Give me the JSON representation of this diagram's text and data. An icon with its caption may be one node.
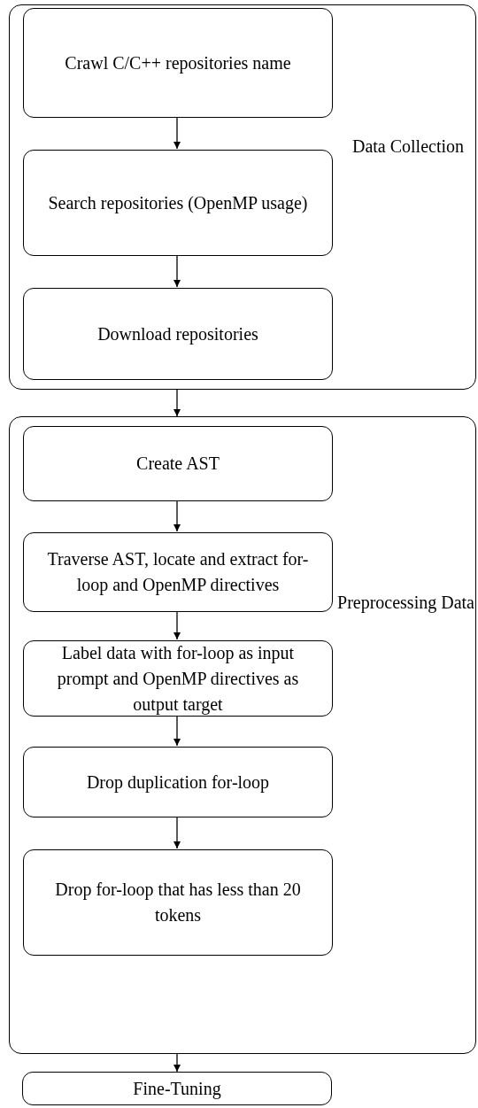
{
  "diagram": {
    "nodes": [
      {
        "text": [
          "Data Collection"
        ]
      },
      {
        "text": [
          "Crawl C/C++ repositories name"
        ],
        "in": 0
      },
      {
        "text": [
          "Search repositories (OpenMP usage)"
        ],
        "in": 0
      },
      {
        "text": [
          "Download repositories"
        ],
        "in": 0
      },
      {
        "text": [
          "Preprocessing Data"
        ]
      },
      {
        "text": [
          "Create AST"
        ],
        "in": 4
      },
      {
        "text": [
          "Traverse AST, locate and extract for-loop and OpenMP directives"
        ],
        "in": 4
      },
      {
        "text": [
          "Label data with for-loop as input prompt and OpenMP directives as output target"
        ],
        "in": 4
      },
      {
        "text": [
          "Drop duplication for-loop"
        ],
        "in": 4
      },
      {
        "text": [
          "Drop for-loop that has less than 20 tokens"
        ],
        "in": 4
      },
      {
        "text": [
          "Fine-Tuning"
        ]
      }
    ],
    "edges": [
      {
        "from": 1,
        "to": 2,
        "arrow": "to"
      },
      {
        "from": 2,
        "to": 3,
        "arrow": "to"
      },
      {
        "from": 0,
        "to": 4,
        "arrow": "to"
      },
      {
        "from": 5,
        "to": 6,
        "arrow": "to"
      },
      {
        "from": 6,
        "to": 7,
        "arrow": "to"
      },
      {
        "from": 7,
        "to": 8,
        "arrow": "to"
      },
      {
        "from": 8,
        "to": 9,
        "arrow": "to"
      },
      {
        "from": 4,
        "to": 10,
        "arrow": "to"
      }
    ]
  }
}
